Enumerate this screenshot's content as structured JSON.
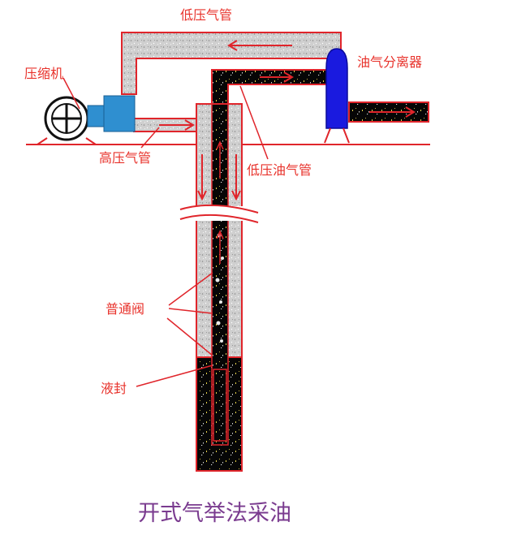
{
  "title": "开式气举法采油",
  "labels": {
    "low_pressure_gas_pipe": "低压气管",
    "compressor": "压缩机",
    "oil_gas_separator": "油气分离器",
    "high_pressure_gas_pipe": "高压气管",
    "low_pressure_oil_gas_pipe": "低压油气管",
    "ordinary_valve": "普通阀",
    "liquid_seal": "液封"
  },
  "colors": {
    "label_red": "#e8322b",
    "title_purple": "#7a3b8f",
    "gas_fill": "#c9c9c9",
    "oil_fill": "#0a0a0a",
    "pipe_outline": "#e0252b",
    "compressor_blue": "#2f8fd0",
    "separator_blue": "#1a1adf"
  },
  "icons": [
    "compressor-icon",
    "separator-icon"
  ]
}
